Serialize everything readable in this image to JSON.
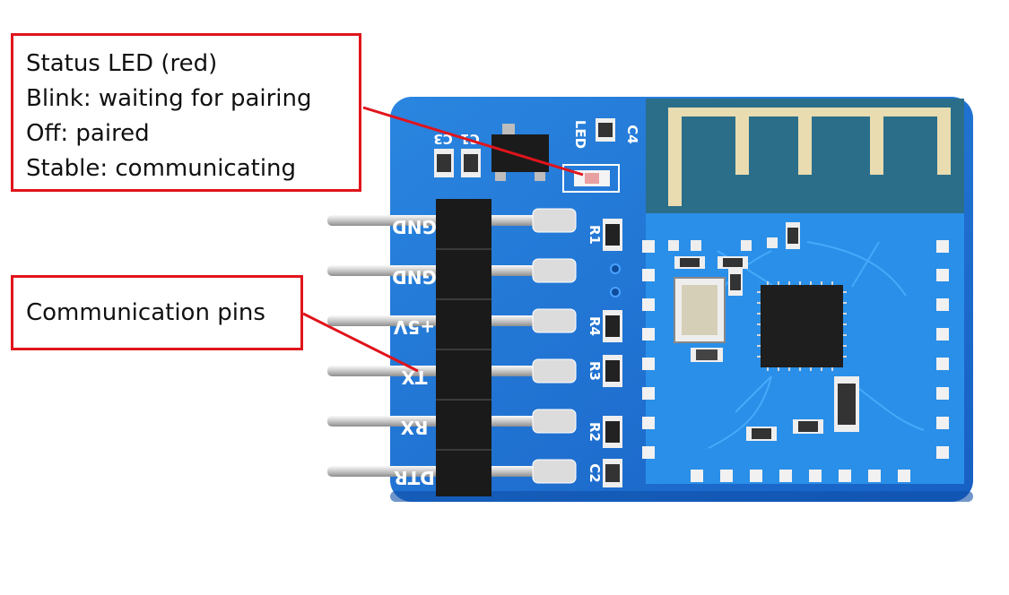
{
  "callouts": {
    "status_led": {
      "lines": [
        "Status LED (red)",
        "Blink: waiting for pairing",
        "Off: paired",
        "Stable: communicating"
      ]
    },
    "communication_pins": {
      "lines": [
        "Communication pins"
      ]
    }
  },
  "board": {
    "pin_labels": [
      "GND",
      "GND",
      "+5V",
      "TX",
      "RX",
      "DTR"
    ],
    "silkscreen": {
      "led": "LED",
      "c1": "C1",
      "c3": "C3",
      "c4": "C4",
      "r1": "R1",
      "r4": "R4",
      "r3": "R3",
      "r2": "R2",
      "c2": "C2"
    }
  },
  "colors": {
    "callout_border": "#e0141c",
    "pcb_blue": "#1a6fd1",
    "pcb_module": "#2a8fe8",
    "antenna_gold": "#e8dcb0"
  }
}
